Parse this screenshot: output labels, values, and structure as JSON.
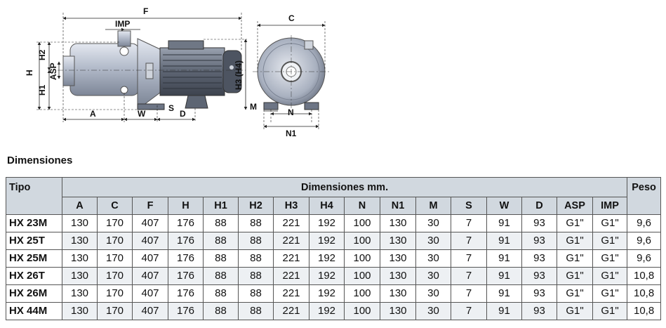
{
  "diagram": {
    "labels": {
      "F": "F",
      "IMP": "IMP",
      "H2": "H2",
      "H": "H",
      "ASP": "ASP",
      "H1": "H1",
      "A": "A",
      "W": "W",
      "S": "S",
      "D": "D",
      "H3H4": "H3 (H4)",
      "C": "C",
      "M": "M",
      "N": "N",
      "N1": "N1"
    }
  },
  "section_title": "Dimensiones",
  "table": {
    "tipo_header": "Tipo",
    "group_header": "Dimensiones mm.",
    "peso_header": "Peso",
    "columns": [
      "A",
      "C",
      "F",
      "H",
      "H1",
      "H2",
      "H3",
      "H4",
      "N",
      "N1",
      "M",
      "S",
      "W",
      "D",
      "ASP",
      "IMP"
    ],
    "rows": [
      {
        "tipo": "HX 23M",
        "values": [
          "130",
          "170",
          "407",
          "176",
          "88",
          "88",
          "221",
          "192",
          "100",
          "130",
          "30",
          "7",
          "91",
          "93",
          "G1\"",
          "G1\""
        ],
        "peso": "9,6"
      },
      {
        "tipo": "HX 25T",
        "values": [
          "130",
          "170",
          "407",
          "176",
          "88",
          "88",
          "221",
          "192",
          "100",
          "130",
          "30",
          "7",
          "91",
          "93",
          "G1\"",
          "G1\""
        ],
        "peso": "9,6"
      },
      {
        "tipo": "HX 25M",
        "values": [
          "130",
          "170",
          "407",
          "176",
          "88",
          "88",
          "221",
          "192",
          "100",
          "130",
          "30",
          "7",
          "91",
          "93",
          "G1\"",
          "G1\""
        ],
        "peso": "9,6"
      },
      {
        "tipo": "HX 26T",
        "values": [
          "130",
          "170",
          "407",
          "176",
          "88",
          "88",
          "221",
          "192",
          "100",
          "130",
          "30",
          "7",
          "91",
          "93",
          "G1\"",
          "G1\""
        ],
        "peso": "10,8"
      },
      {
        "tipo": "HX 26M",
        "values": [
          "130",
          "170",
          "407",
          "176",
          "88",
          "88",
          "221",
          "192",
          "100",
          "130",
          "30",
          "7",
          "91",
          "93",
          "G1\"",
          "G1\""
        ],
        "peso": "10,8"
      },
      {
        "tipo": "HX 44M",
        "values": [
          "130",
          "170",
          "407",
          "176",
          "88",
          "88",
          "221",
          "192",
          "100",
          "130",
          "30",
          "7",
          "91",
          "93",
          "G1\"",
          "G1\""
        ],
        "peso": "10,8"
      }
    ]
  }
}
